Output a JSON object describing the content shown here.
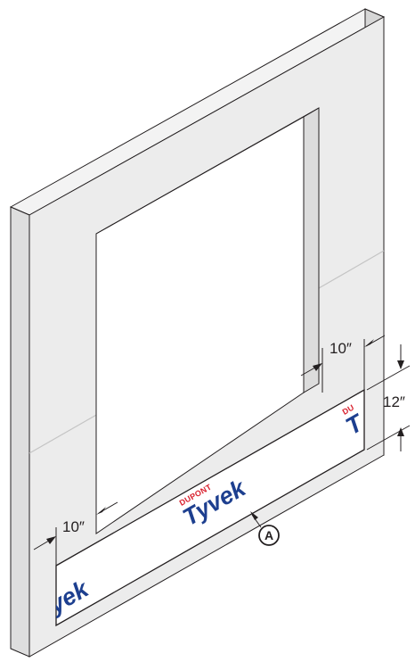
{
  "diagram": {
    "dimensions": {
      "left_offset": "10″",
      "right_offset": "10″",
      "height": "12″"
    },
    "wrap": {
      "brand_top": "DUPONT",
      "brand_main": "Tyvek",
      "partial_left": "yek",
      "partial_right_top": "DU",
      "partial_right_main": "T"
    },
    "callout": "A",
    "colors": {
      "wall_face": "#ececec",
      "wall_side": "#d6d6d6",
      "outline": "#231f20",
      "tyvek_blue": "#1d3f8f",
      "dupont_red": "#d81e2c"
    }
  }
}
